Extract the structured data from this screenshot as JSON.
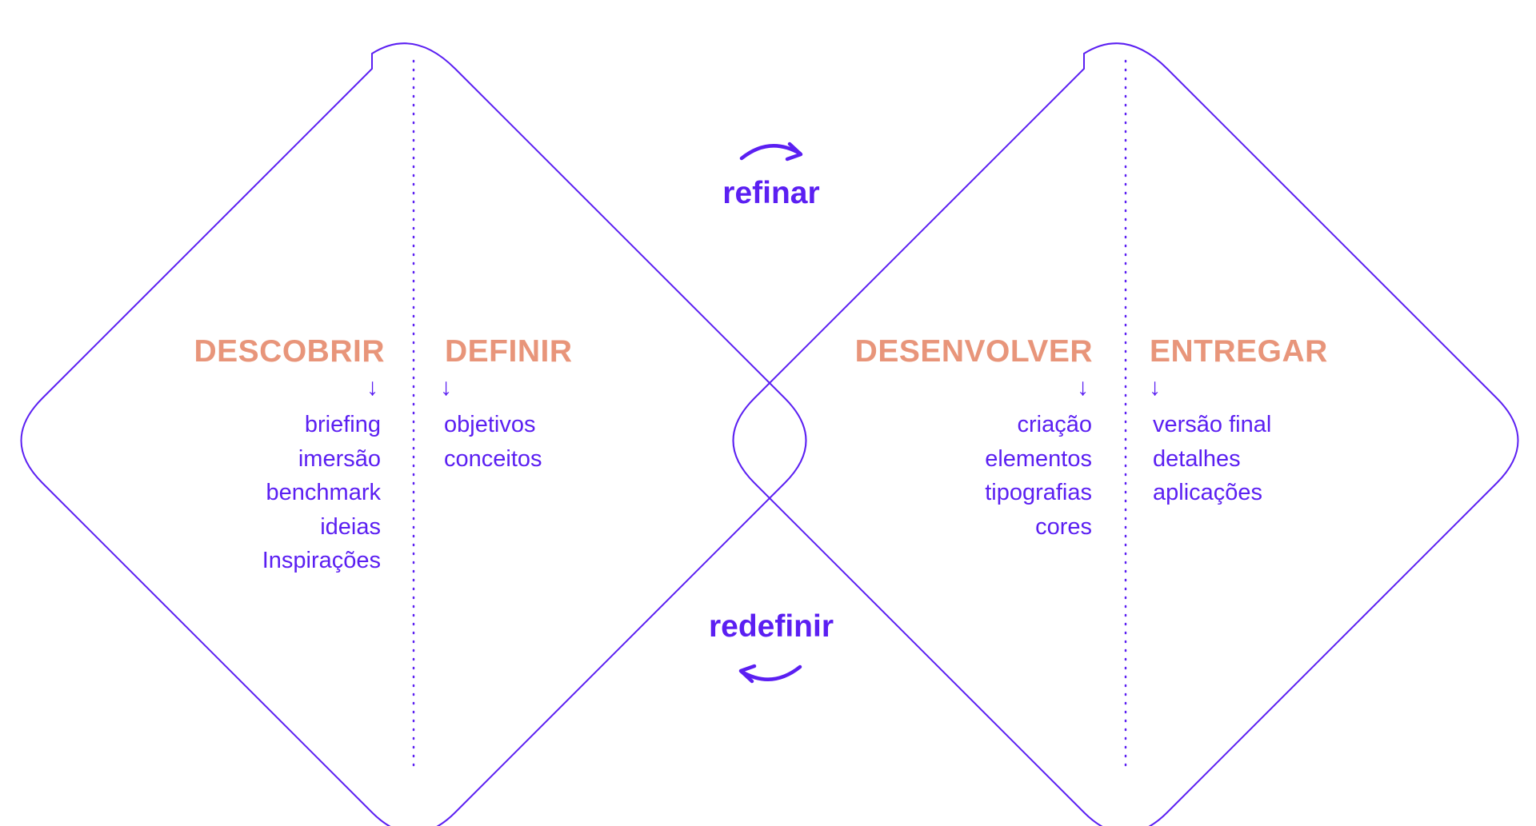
{
  "colors": {
    "outline": "#5b1ff2",
    "title": "#e8957a",
    "text": "#5b1ff2"
  },
  "loop": {
    "top_label": "refinar",
    "bottom_label": "redefinir"
  },
  "phases": [
    {
      "title": "DESCOBRIR",
      "items": [
        "briefing",
        "imersão",
        "benchmark",
        "ideias",
        "Inspirações"
      ]
    },
    {
      "title": "DEFINIR",
      "items": [
        "objetivos",
        "conceitos"
      ]
    },
    {
      "title": "DESENVOLVER",
      "items": [
        "criação",
        "elementos",
        "tipografias",
        "cores"
      ]
    },
    {
      "title": "ENTREGAR",
      "items": [
        "versão final",
        "detalhes",
        "aplicações"
      ]
    }
  ],
  "icons": {
    "phase_arrow": "arrow-down-icon",
    "top_loop_arrow": "curved-arrow-right-icon",
    "bottom_loop_arrow": "curved-arrow-left-icon"
  }
}
